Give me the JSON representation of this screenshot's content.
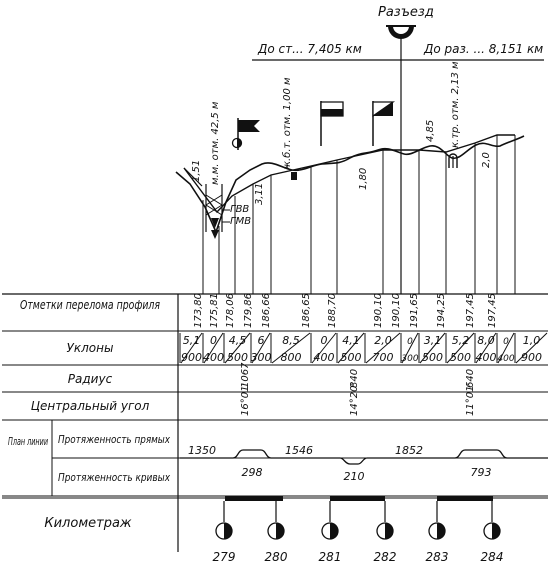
{
  "header": {
    "station_label": "Разъезд",
    "to_station": "До ст... 7,405 км",
    "to_siding": "До раз. ... 8,151 км"
  },
  "profile": {
    "grade_labels": [
      "1,51",
      "3,11",
      "1,80",
      "4,85",
      "2,0"
    ],
    "annotations": {
      "mm": "м.м. отм. 42,5 м",
      "rr_bridge": "ж.б.т. отм. 1,00 м",
      "pipe": "к.тр. отм. 2,13 м",
      "gvv": "ГВВ",
      "gmv": "ГМВ"
    }
  },
  "rows": {
    "elevations_label": "Отметки перелома профиля",
    "gradients_label": "Уклоны",
    "radius_label": "Радиус",
    "central_angle_label": "Центральный угол",
    "plan_label": "План линии",
    "straights_label": "Протяженность прямых",
    "curves_label": "Протяженность кривых",
    "kilometrage_label": "Километраж"
  },
  "elevations": [
    "173,80",
    "175,81",
    "178,06",
    "179,86",
    "186,66",
    "186,65",
    "188,70",
    "190,10",
    "190,10",
    "191,65",
    "194,25",
    "197,45",
    "197,45"
  ],
  "gradients": [
    {
      "top": "5,1",
      "bottom": "900"
    },
    {
      "top": "0",
      "bottom": "400"
    },
    {
      "top": "4,5",
      "bottom": "500"
    },
    {
      "top": "6",
      "bottom": "300"
    },
    {
      "top": "8,5",
      "bottom": "800"
    },
    {
      "top": "0",
      "bottom": "400"
    },
    {
      "top": "4,1",
      "bottom": "500"
    },
    {
      "top": "2,0",
      "bottom": "700"
    },
    {
      "top": "0",
      "bottom": "300"
    },
    {
      "top": "3,1",
      "bottom": "500"
    },
    {
      "top": "5,2",
      "bottom": "500"
    },
    {
      "top": "8,0",
      "bottom": "400"
    },
    {
      "top": "0",
      "bottom": "400"
    },
    {
      "top": "1,0",
      "bottom": "900"
    }
  ],
  "radii": [
    "1067",
    "840",
    "640"
  ],
  "central_angles": [
    "16°01'",
    "14°20'",
    "11°01'"
  ],
  "straights": [
    "1350",
    "1546",
    "1852"
  ],
  "curves": [
    "298",
    "210",
    "793"
  ],
  "kilometers": [
    "279",
    "280",
    "281",
    "282",
    "283",
    "284"
  ]
}
